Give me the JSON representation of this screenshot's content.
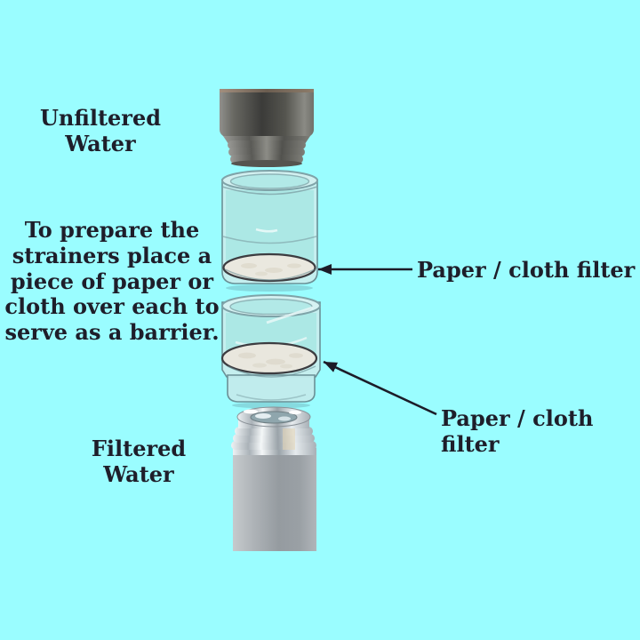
{
  "colors": {
    "background": "#9afdff",
    "text": "#1e1e2a",
    "arrow": "#1c1c28",
    "glass_teal": "#aceae6",
    "paper_filter": "#eae8df",
    "dark_metal": "#3e3e3c",
    "silver_metal": "#a5abb0"
  },
  "labels": {
    "unfiltered_water": "Unfiltered Water",
    "instruction": "To prepare the\nstrainers place a\npiece of paper or\ncloth over each to\nserve as a barrier.",
    "filter_label_top": "Paper / cloth filter",
    "filter_label_bottom": "Paper / cloth filter",
    "filtered_water": "Filtered Water"
  },
  "diagram": {
    "type": "exploded-assembly-diagram",
    "subject": "portable water filter bottle",
    "parts_top_to_bottom": [
      "unfiltered-water-bottle",
      "upper-strainer-cup-with-paper-filter",
      "lower-strainer-cup-with-paper-filter",
      "filtered-water-bottle"
    ],
    "annotations": [
      {
        "text": "Paper / cloth filter",
        "arrow": "horizontal-left",
        "points_to": "upper-paper-filter-disc"
      },
      {
        "text": "Paper / cloth filter",
        "arrow": "diagonal-up-left",
        "points_to": "lower-paper-filter-disc"
      }
    ]
  }
}
